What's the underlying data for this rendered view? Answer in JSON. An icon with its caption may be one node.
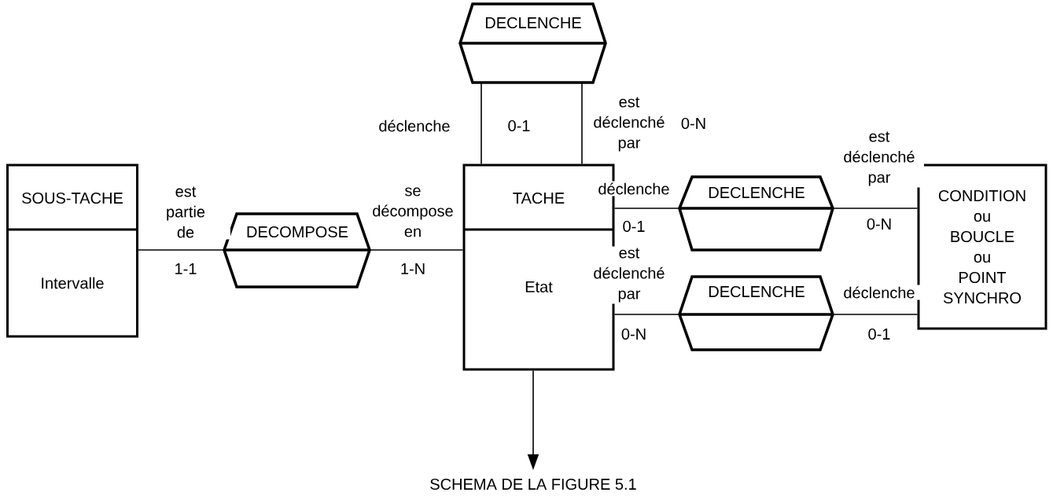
{
  "diagram": {
    "caption": "SCHEMA DE LA FIGURE 5.1",
    "nodes": [
      {
        "text": [
          "SOUS-TACHE",
          "Intervalle"
        ]
      },
      {
        "text": [
          "DECOMPOSE"
        ]
      },
      {
        "text": [
          "TACHE",
          "Etat"
        ]
      },
      {
        "text": [
          "DECLENCHE"
        ]
      },
      {
        "text": [
          "DECLENCHE"
        ]
      },
      {
        "text": [
          "DECLENCHE"
        ]
      },
      {
        "text": [
          "CONDITION ou BOUCLE ou POINT SYNCHRO"
        ]
      }
    ],
    "edges": [
      {
        "from": 0,
        "to": 1,
        "arrow": "none",
        "label": "est partie de"
      },
      {
        "from": 2,
        "to": 1,
        "arrow": "none",
        "label": "se décompose en"
      },
      {
        "from": 2,
        "to": 3,
        "arrow": "none",
        "label": "déclenche"
      },
      {
        "from": 2,
        "to": 3,
        "arrow": "none",
        "label": "est déclenché par"
      },
      {
        "from": 2,
        "to": 4,
        "arrow": "none",
        "label": "déclenche"
      },
      {
        "from": 6,
        "to": 4,
        "arrow": "none",
        "label": "est déclenché par"
      },
      {
        "from": 2,
        "to": 5,
        "arrow": "none",
        "label": "est déclenché par"
      },
      {
        "from": 6,
        "to": 5,
        "arrow": "none",
        "label": "déclenche"
      },
      {
        "from": 2,
        "to": null,
        "arrow": "to"
      }
    ],
    "labels": [
      "0-1",
      "0-N",
      "1-1",
      "1-N",
      "0-1",
      "0-N",
      "0-N",
      "0-1"
    ]
  }
}
